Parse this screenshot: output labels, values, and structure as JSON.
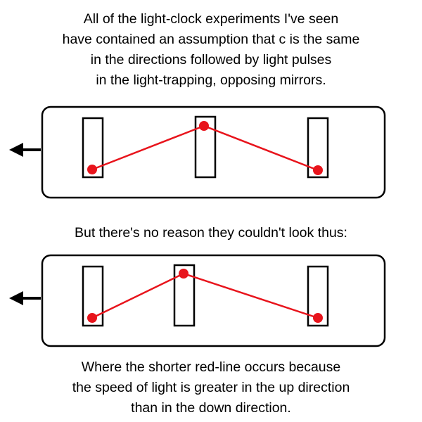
{
  "intro": {
    "lines": [
      "All of the light-clock experiments I've seen",
      "have contained an assumption that c is the same",
      "in the directions followed by light pulses",
      "in the light-trapping, opposing mirrors."
    ]
  },
  "middle": {
    "lines": [
      "But there's no reason they couldn't look thus:"
    ]
  },
  "outro": {
    "lines": [
      "Where the shorter red-line occurs because",
      "the speed of light is greater in the up direction",
      "than in the down direction."
    ]
  },
  "colors": {
    "light_path": "#e8141c",
    "outline": "#000000",
    "arrow": "#000000"
  }
}
